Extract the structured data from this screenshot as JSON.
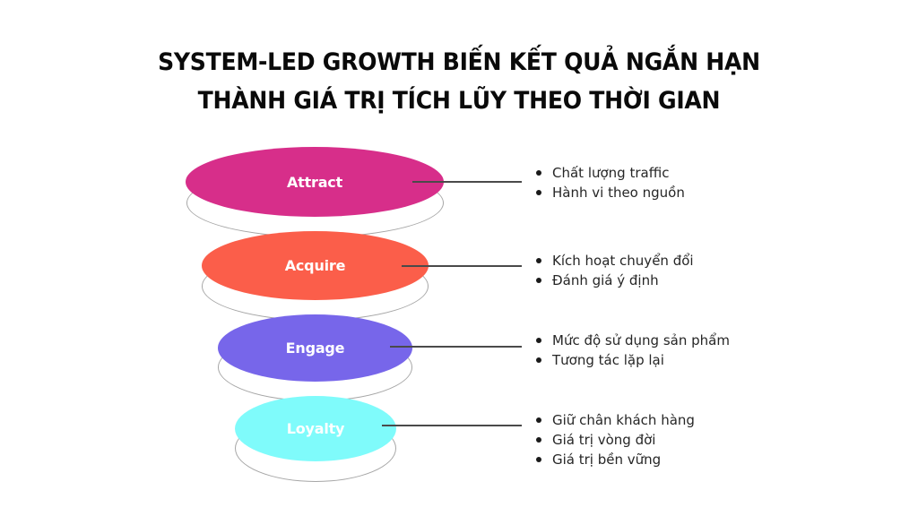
{
  "title": {
    "line1": "SYSTEM-LED GROWTH BIẾN KẾT QUẢ NGẮN HẠN",
    "line2": "THÀNH GIÁ TRỊ TÍCH LŨY THEO THỜI GIAN"
  },
  "funnel": {
    "stages": [
      {
        "label": "Attract",
        "color": "#d72e8a",
        "text_color": "#ffffff",
        "bullets": [
          "Chất lượng traffic",
          "Hành vi theo nguồn"
        ]
      },
      {
        "label": "Acquire",
        "color": "#fb5e4a",
        "text_color": "#ffffff",
        "bullets": [
          "Kích hoạt chuyển đổi",
          "Đánh giá ý định"
        ]
      },
      {
        "label": "Engage",
        "color": "#7766ea",
        "text_color": "#ffffff",
        "bullets": [
          "Mức độ sử dụng sản phẩm",
          "Tương tác lặp lại"
        ]
      },
      {
        "label": "Loyalty",
        "color": "#7ffbfb",
        "text_color": "#ffffff",
        "bullets": [
          "Giữ chân khách hàng",
          "Giá trị vòng đời",
          "Giá trị bền vững"
        ]
      }
    ]
  }
}
